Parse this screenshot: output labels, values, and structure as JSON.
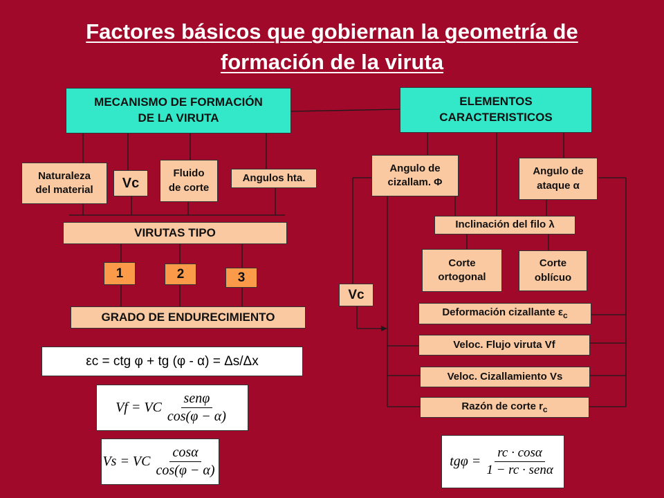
{
  "title": {
    "line1": "Factores básicos que gobiernan la geometría de",
    "line2": "formación de la viruta"
  },
  "left": {
    "mecanismo_line1": "MECANISMO DE FORMACIÓN",
    "mecanismo_line2": "DE LA VIRUTA",
    "naturaleza_line1": "Naturaleza",
    "naturaleza_line2": "del material",
    "vc": "Vc",
    "fluido_line1": "Fluido",
    "fluido_line2": "de corte",
    "angulos": "Angulos hta.",
    "virutas_tipo": "VIRUTAS TIPO",
    "tipo1": "1",
    "tipo2": "2",
    "tipo3": "3",
    "grado": "GRADO DE ENDURECIMIENTO"
  },
  "right": {
    "elementos_line1": "ELEMENTOS",
    "elementos_line2": "CARACTERISTICOS",
    "angulo_cizallam_line1": "Angulo de",
    "angulo_cizallam_line2": "cizallam. Φ",
    "angulo_ataque_line1": "Angulo de",
    "angulo_ataque_line2": "ataque α",
    "inclinacion": "Inclinación del filo λ",
    "corte_ortogonal_line1": "Corte",
    "corte_ortogonal_line2": "ortogonal",
    "corte_oblicuo_line1": "Corte",
    "corte_oblicuo_line2": "oblícuo",
    "vc": "Vc",
    "deformacion": "Deformación cizallante ε",
    "deformacion_sub": "c",
    "veloc_flujo": "Veloc. Flujo viruta Vf",
    "veloc_cizallamiento": "Veloc. Cizallamiento Vs",
    "razon": "Razón de corte r",
    "razon_sub": "c"
  },
  "equations": {
    "strain": "εc = ctg φ + tg (φ - α) = Δs/Δx",
    "vf_lhs": "Vf = VC",
    "vf_num": "senφ",
    "vf_den": "cos(φ − α)",
    "vs_lhs": "Vs = VC",
    "vs_num": "cosα",
    "vs_den": "cos(φ − α)",
    "tg_lhs": "tgφ =",
    "tg_num": "rc · cosα",
    "tg_den": "1 − rc · senα"
  },
  "colors": {
    "background": "#a0092a",
    "teal": "#33e8c8",
    "peach": "#fbc9a1",
    "orange": "#fb9a48"
  }
}
